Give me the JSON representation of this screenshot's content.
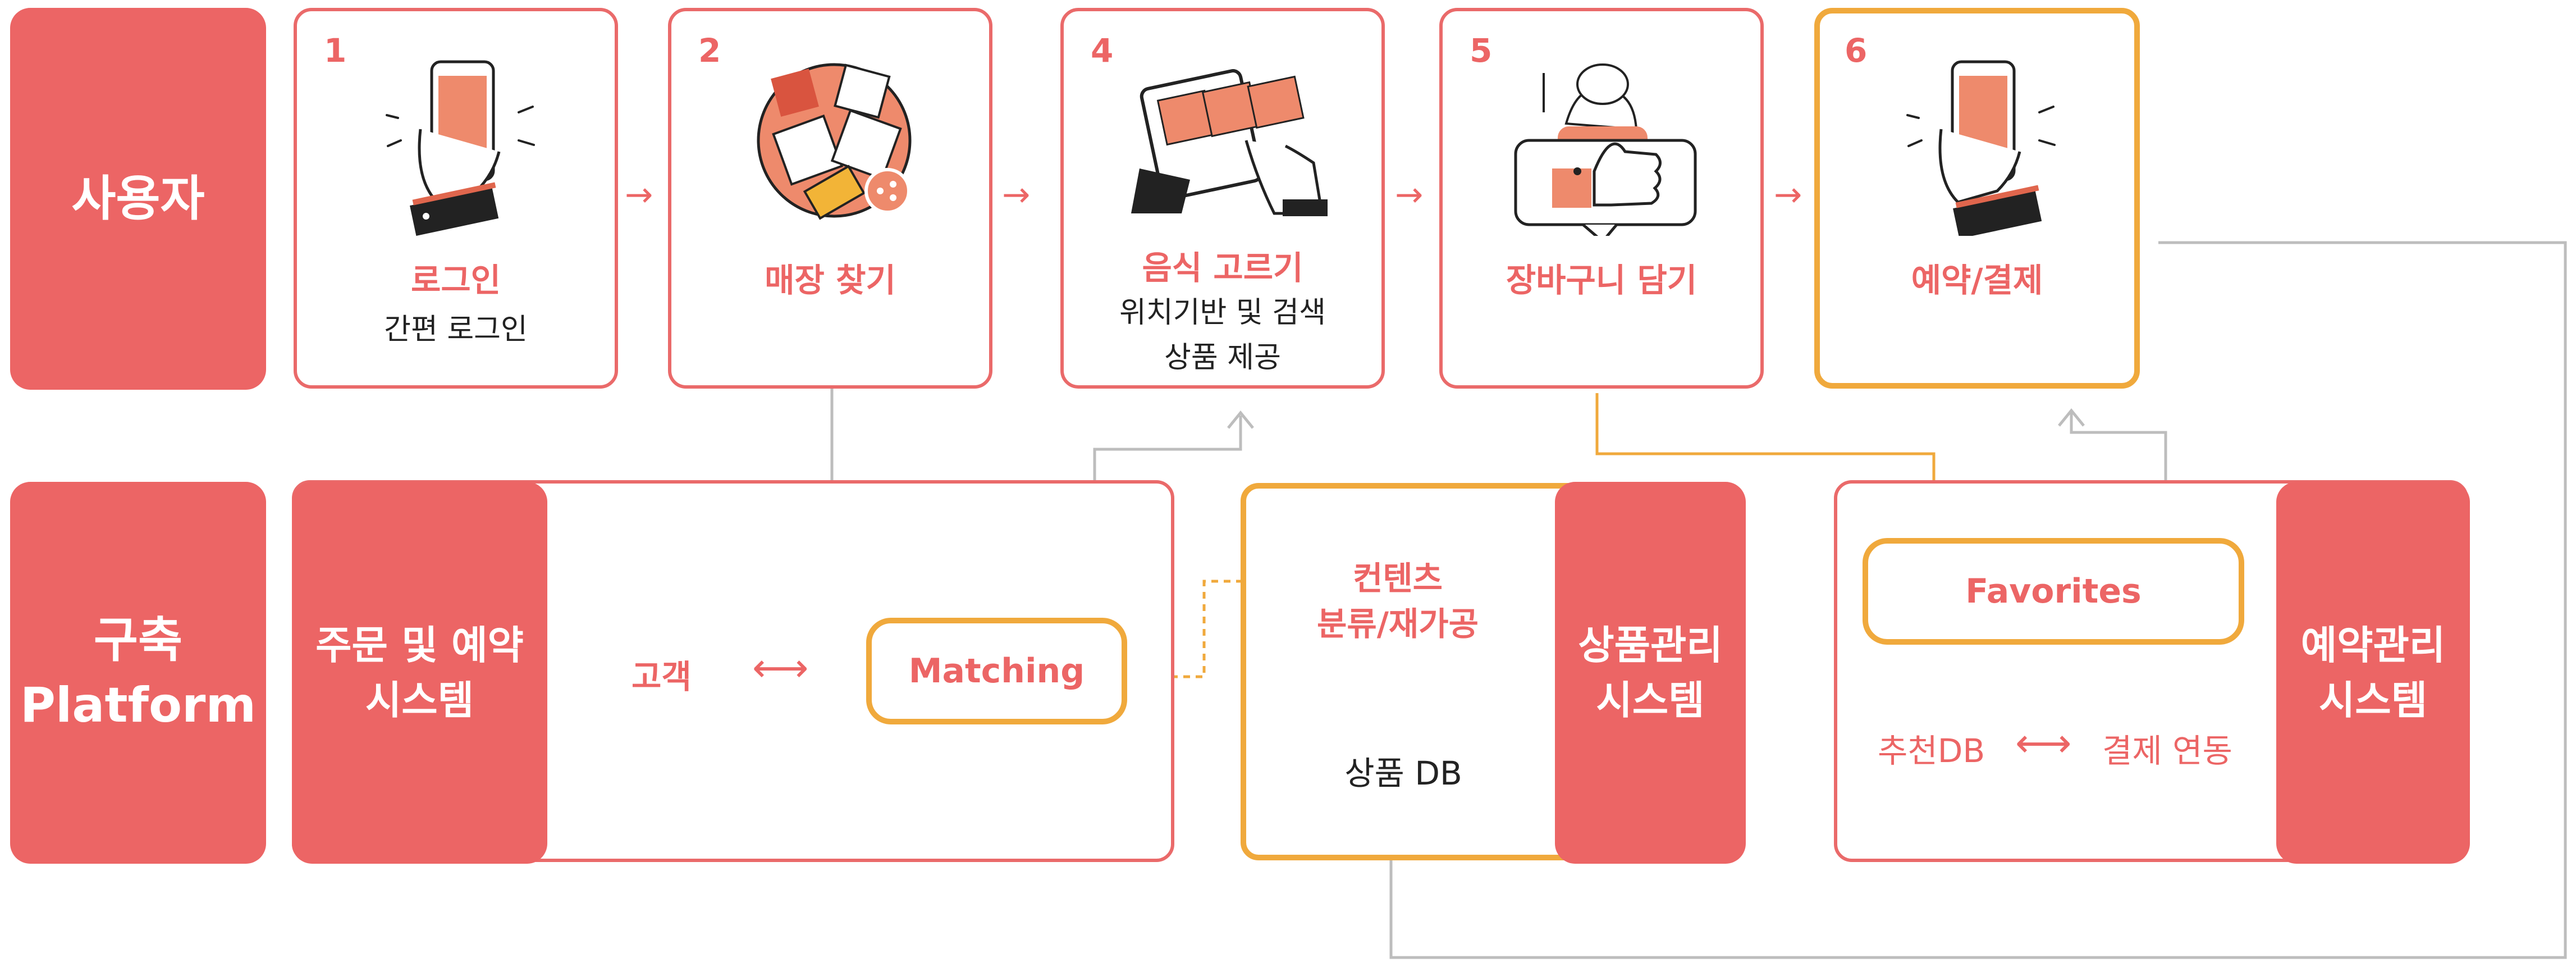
{
  "row_labels": {
    "user": "사용자",
    "platform_line1": "구축",
    "platform_line2": "Platform"
  },
  "steps": [
    {
      "number": "1",
      "title": "로그인",
      "subtitle_lines": [
        "간편 로그인"
      ]
    },
    {
      "number": "2",
      "title": "매장 찾기",
      "subtitle_lines": []
    },
    {
      "number": "4",
      "title": "음식 고르기",
      "subtitle_lines": [
        "위치기반 및 검색",
        "상품 제공"
      ]
    },
    {
      "number": "5",
      "title": "장바구니 담기",
      "subtitle_lines": []
    },
    {
      "number": "6",
      "title": "예약/결제",
      "subtitle_lines": []
    }
  ],
  "flow_arrow": "→",
  "bidir_arrow": "⟷",
  "order_system": {
    "label_line1": "주문 및 예약",
    "label_line2": "시스템",
    "customer": "고객",
    "matching": "Matching"
  },
  "product_system": {
    "content_line1": "컨텐츠",
    "content_line2": "분류/재가공",
    "db": "상품 DB",
    "label_line1": "상품관리",
    "label_line2": "시스템"
  },
  "reservation_system": {
    "favorites": "Favorites",
    "recommend_db": "추천DB",
    "payment_link": "결제 연동",
    "label_line1": "예약관리",
    "label_line2": "시스템"
  },
  "colors": {
    "accent": "#ec6565",
    "highlight": "#f0a93c",
    "connector": "#bdbdbd",
    "text": "#222222"
  },
  "icons": [
    "phone-hand-icon",
    "puzzle-share-icon",
    "tablet-photos-icon",
    "thumbs-up-woman-icon",
    "phone-hand-icon"
  ]
}
